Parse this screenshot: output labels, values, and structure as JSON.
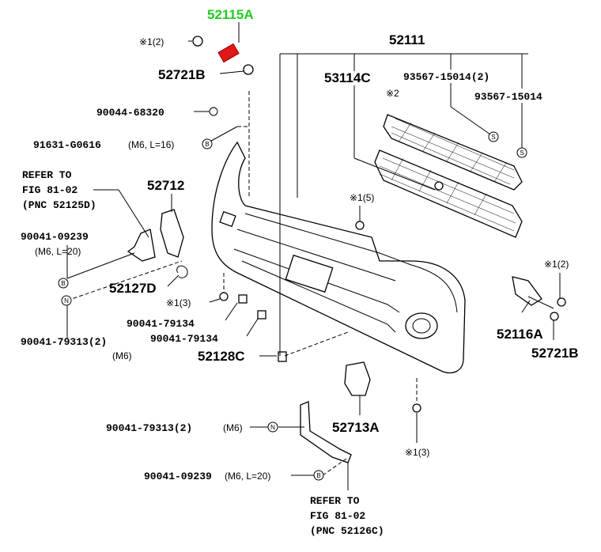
{
  "highlight_color": "#22cc22",
  "labels": {
    "p52115A": "52115A",
    "p52111": "52111",
    "p53114C": "53114C",
    "p93567_15014_2": "93567-15014(2)",
    "p93567_15014": "93567-15014",
    "note2": "※2",
    "note1_2_top": "※1(2)",
    "p52721B_top": "52721B",
    "p90044_68320": "90044-68320",
    "p91631_G0616": "91631-G0616",
    "p91631_spec": "(M6, L=16)",
    "refer_left_1": "REFER TO",
    "refer_left_2": "FIG 81-02",
    "refer_left_3": "(PNC 52125D)",
    "p52712": "52712",
    "p90041_09239_left": "90041-09239",
    "p90041_09239_left_spec": "(M6, L=20)",
    "p52127D": "52127D",
    "note1_5": "※1(5)",
    "note1_3_mid": "※1(3)",
    "p90041_79134_a": "90041-79134",
    "p90041_79134_b": "90041-79134",
    "p90041_79313_2_left": "90041-79313(2)",
    "p90041_79313_left_spec": "(M6)",
    "p52128C": "52128C",
    "note1_2_right": "※1(2)",
    "p52116A": "52116A",
    "p52721B_right": "52721B",
    "p90041_79313_2_bottom": "90041-79313(2)",
    "p90041_79313_bottom_spec": "(M6)",
    "p52713A": "52713A",
    "note1_3_bottom": "※1(3)",
    "p90041_09239_bottom": "90041-09239",
    "p90041_09239_bottom_spec": "(M6, L=20)",
    "refer_bottom_1": "REFER TO",
    "refer_bottom_2": "FIG 81-02",
    "refer_bottom_3": "(PNC 52126C)",
    "circ_B": "B",
    "circ_N": "N",
    "circ_S": "S"
  }
}
